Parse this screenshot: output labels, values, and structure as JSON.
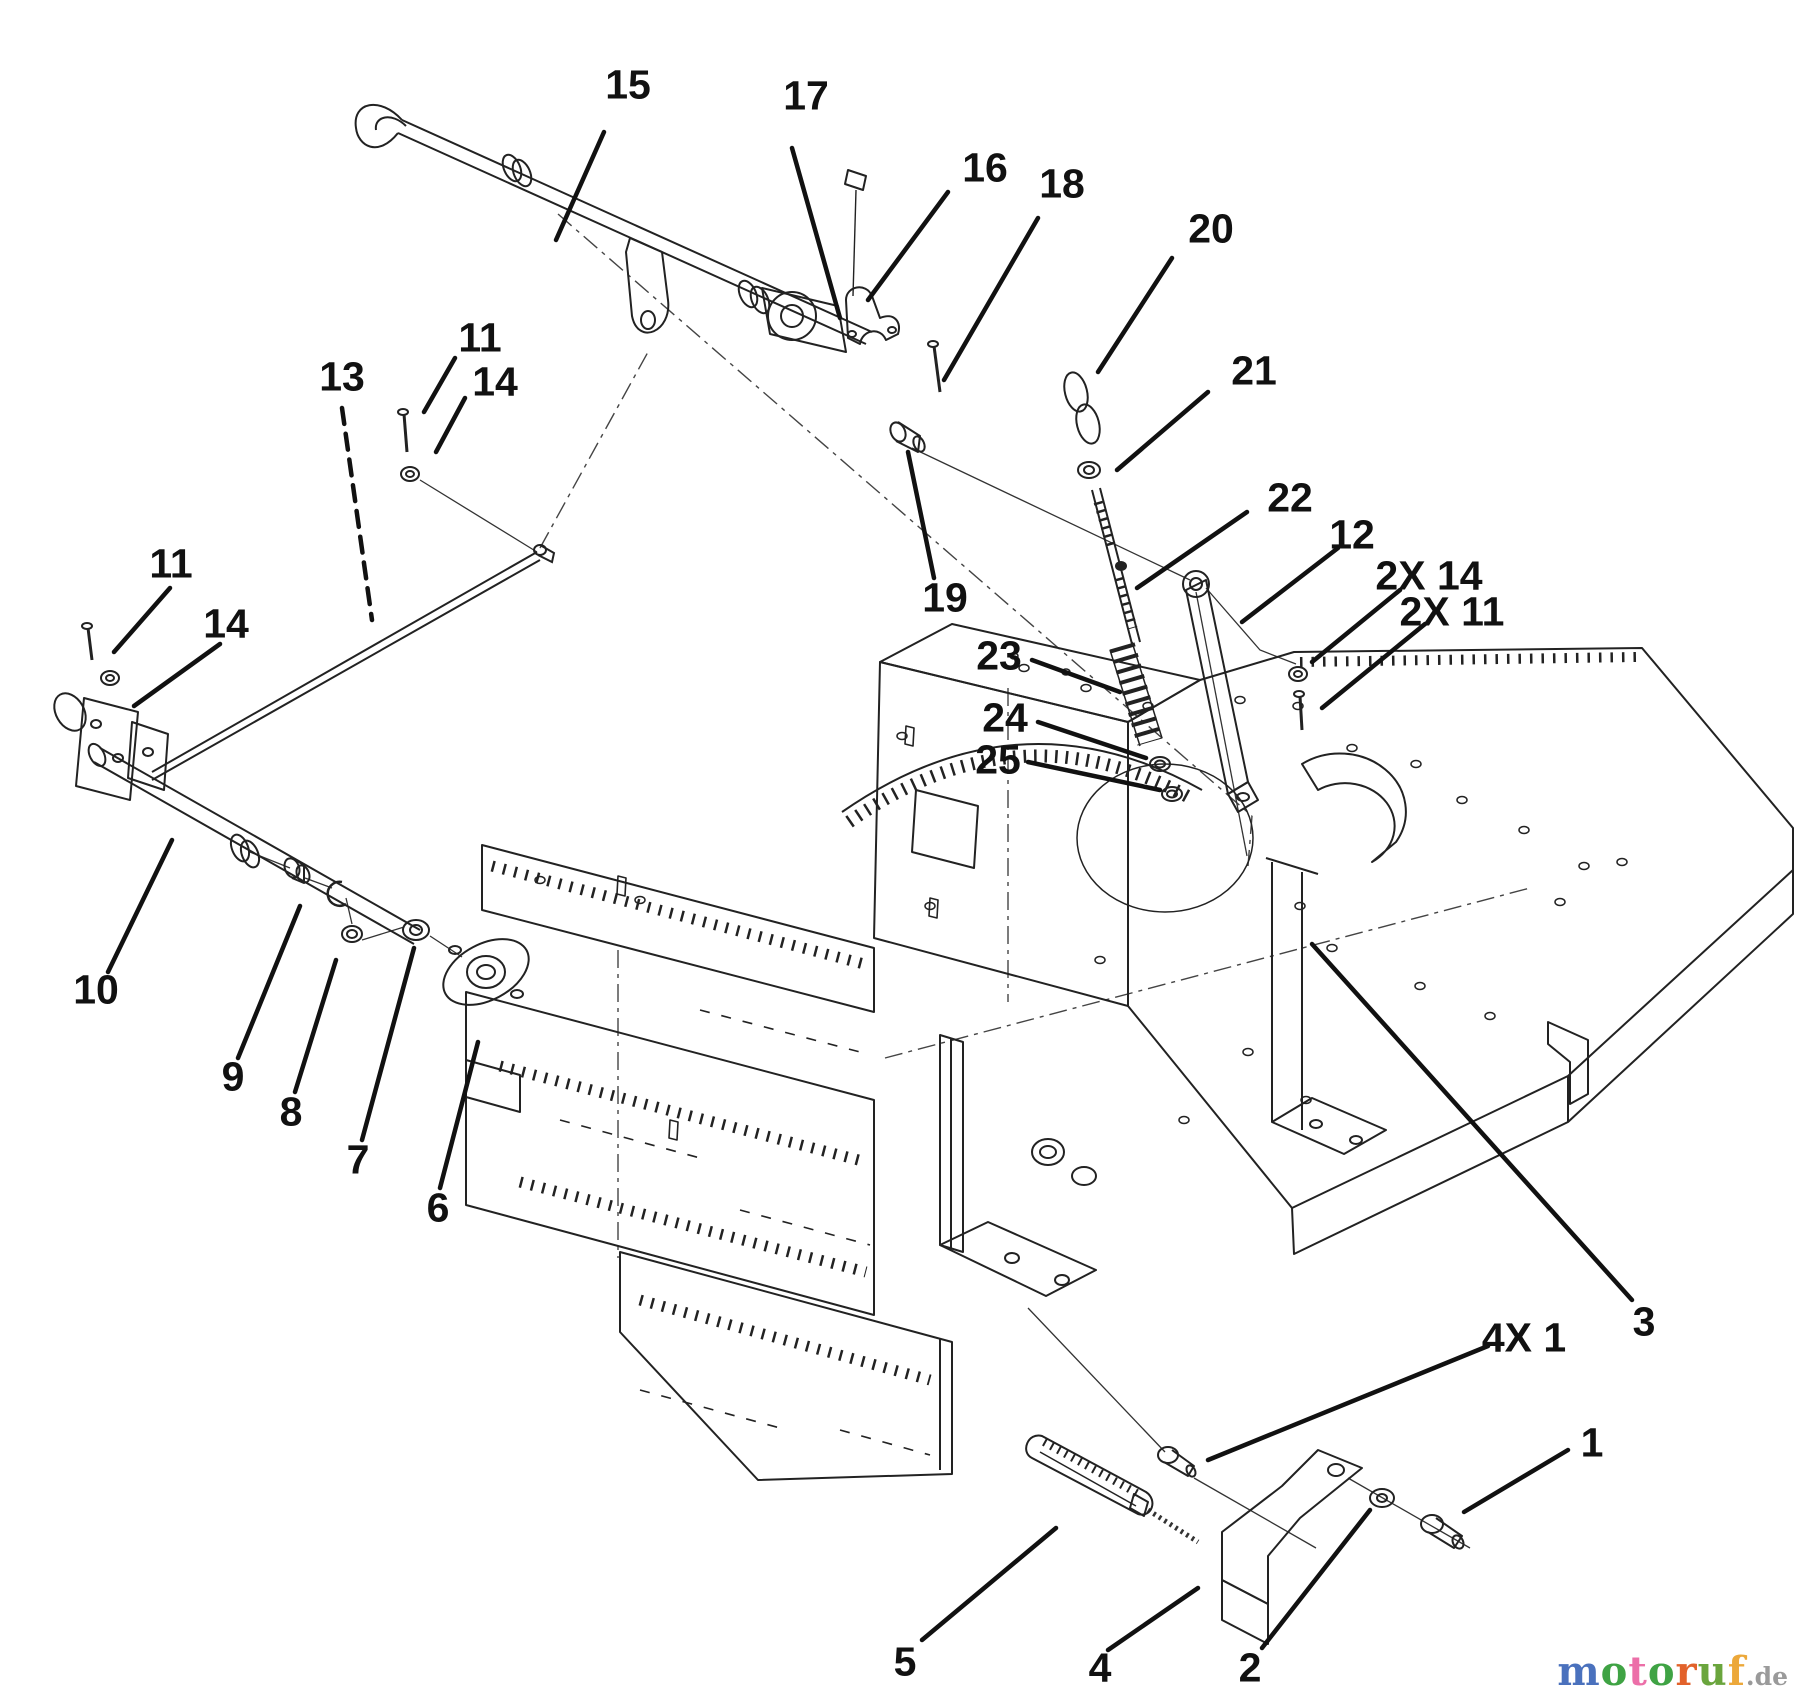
{
  "diagram": {
    "kind": "exploded-parts-diagram",
    "subject": "mower deck lift and linkage assembly",
    "page_background": "#ffffff",
    "line_color": "#222222",
    "leader_color": "#111111",
    "centerline_color": "#444444"
  },
  "callouts": {
    "c1": "1",
    "c2": "2",
    "c3": "3",
    "c4": "4",
    "c5": "5",
    "c6": "6",
    "c7": "7",
    "c8": "8",
    "c9": "9",
    "c10": "10",
    "c11_top": "11",
    "c14_top": "14",
    "c11_left": "11",
    "c14_left": "14",
    "c12": "12",
    "c13": "13",
    "c15": "15",
    "c16": "16",
    "c17": "17",
    "c18": "18",
    "c19": "19",
    "c20": "20",
    "c21": "21",
    "c22": "22",
    "c23": "23",
    "c24": "24",
    "c25": "25",
    "c4x1": "4X 1",
    "c2x14": "2X 14",
    "c2x11": "2X 11"
  },
  "watermark": {
    "l1": "m",
    "l2": "o",
    "l3": "t",
    "l4": "o",
    "l5": "r",
    "l6": "u",
    "l7": "f",
    "suffix": ".de",
    "letter_colors": [
      "#4a71bd",
      "#3fa344",
      "#ec6fa8",
      "#3fa344",
      "#e2622b",
      "#6aa53d",
      "#eca83a"
    ],
    "suffix_color": "#9a9a9a"
  }
}
